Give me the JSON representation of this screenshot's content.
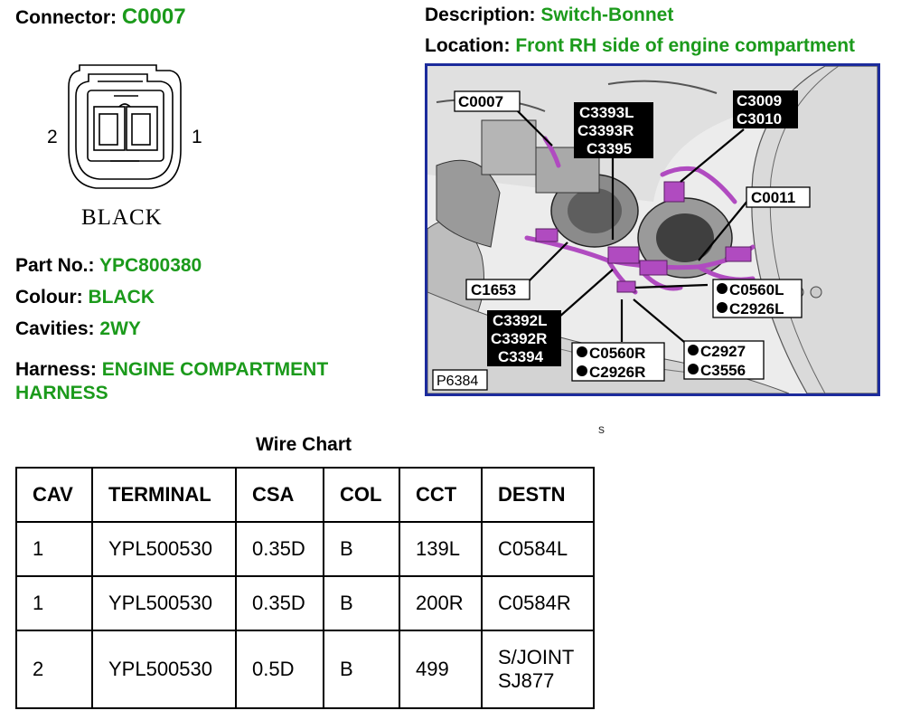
{
  "connector": {
    "label": "Connector:",
    "id": "C0007",
    "pin_left": "2",
    "pin_right": "1",
    "colour_label": "BLACK"
  },
  "description": {
    "label": "Description:",
    "value": "Switch-Bonnet"
  },
  "location": {
    "label": "Location:",
    "value": "Front RH side of engine compartment"
  },
  "details": {
    "part_no_label": "Part No.:",
    "part_no": "YPC800380",
    "colour_label": "Colour:",
    "colour": "BLACK",
    "cavities_label": "Cavities:",
    "cavities": "2WY",
    "harness_label": "Harness:",
    "harness_line1": "ENGINE COMPARTMENT",
    "harness_line2": "HARNESS"
  },
  "photo": {
    "callouts": {
      "c0007": "C0007",
      "c3393_1": "C3393L",
      "c3393_2": "C3393R",
      "c3393_3": "C3395",
      "c3009_1": "C3009",
      "c3009_2": "C3010",
      "c0011": "C0011",
      "c1653": "C1653",
      "c0560l_1": "C0560L",
      "c0560l_2": "C2926L",
      "c3392_1": "C3392L",
      "c3392_2": "C3392R",
      "c3392_3": "C3394",
      "c0560r_1": "C0560R",
      "c0560r_2": "C2926R",
      "c2927_1": "C2927",
      "c2927_2": "C3556",
      "ref": "P6384"
    }
  },
  "wire_chart": {
    "title": "Wire Chart",
    "headers": [
      "CAV",
      "TERMINAL",
      "CSA",
      "COL",
      "CCT",
      "DESTN"
    ],
    "rows": [
      [
        "1",
        "YPL500530",
        "0.35D",
        "B",
        "139L",
        "C0584L"
      ],
      [
        "1",
        "YPL500530",
        "0.35D",
        "B",
        "200R",
        "C0584R"
      ],
      [
        "2",
        "YPL500530",
        "0.5D",
        "B",
        "499",
        "S/JOINT",
        "SJ877"
      ]
    ]
  },
  "stray_mark": "s",
  "colors": {
    "accent_green": "#1b9a1b",
    "photo_border": "#1c2b9c",
    "harness_purple": "#b04bc0"
  }
}
